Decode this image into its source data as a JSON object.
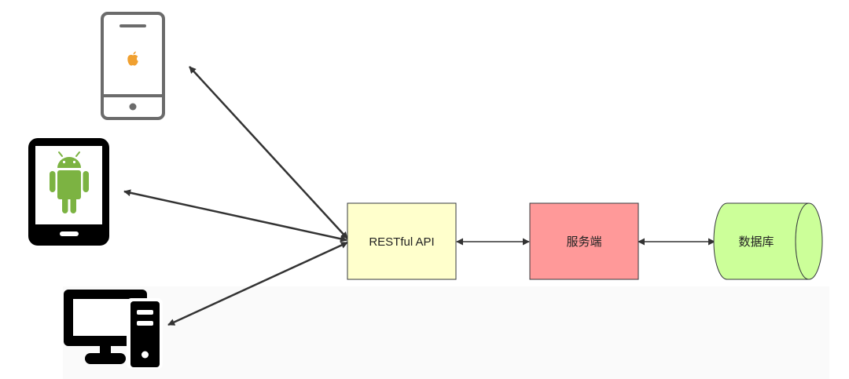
{
  "nodes": {
    "api": {
      "label": "RESTful API",
      "fill": "#ffffcc",
      "stroke": "#36393d"
    },
    "server": {
      "label": "服务端",
      "fill": "#ff9999",
      "stroke": "#36393d"
    },
    "database": {
      "label": "数据库",
      "fill": "#ccff99",
      "stroke": "#36393d"
    }
  },
  "clients": [
    {
      "icon": "iphone-icon",
      "badge": "apple-logo-icon",
      "badge_color": "#f0a030"
    },
    {
      "icon": "android-tablet-icon",
      "badge": "android-robot-icon",
      "badge_color": "#7cb342"
    },
    {
      "icon": "desktop-computer-icon"
    }
  ],
  "colors": {
    "arrow": "#333333",
    "device_gray": "#6b6b6b",
    "device_black": "#000000",
    "footer_tint": "#fafafa"
  }
}
